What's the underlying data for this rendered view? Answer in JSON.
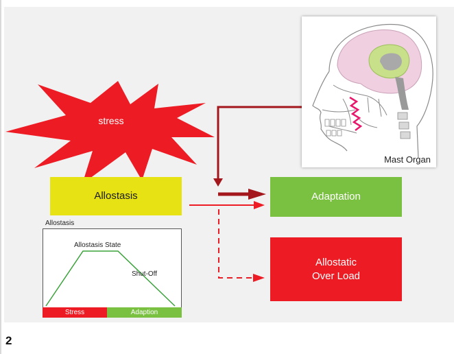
{
  "figure": {
    "number": "2"
  },
  "stress": {
    "label": "stress",
    "color": "#ed1c24"
  },
  "brain": {
    "label": "Mast Organ"
  },
  "boxes": {
    "allostasis": {
      "label": "Allostasis",
      "color": "#e6e214"
    },
    "adaptation": {
      "label": "Adaptation",
      "color": "#7ac142"
    },
    "overload": {
      "line1": "Allostatic",
      "line2": "Over Load",
      "color": "#ed1c24"
    }
  },
  "mini_chart": {
    "title": "Allostasis",
    "state_label": "Allostasis State",
    "shutoff_label": "Shut-Off",
    "bar_stress": "Stress",
    "bar_adaption": "Adaption",
    "line_color": "#3aa23a"
  },
  "arrows": {
    "dark_red": "#a3161b",
    "red": "#ed1c24"
  }
}
